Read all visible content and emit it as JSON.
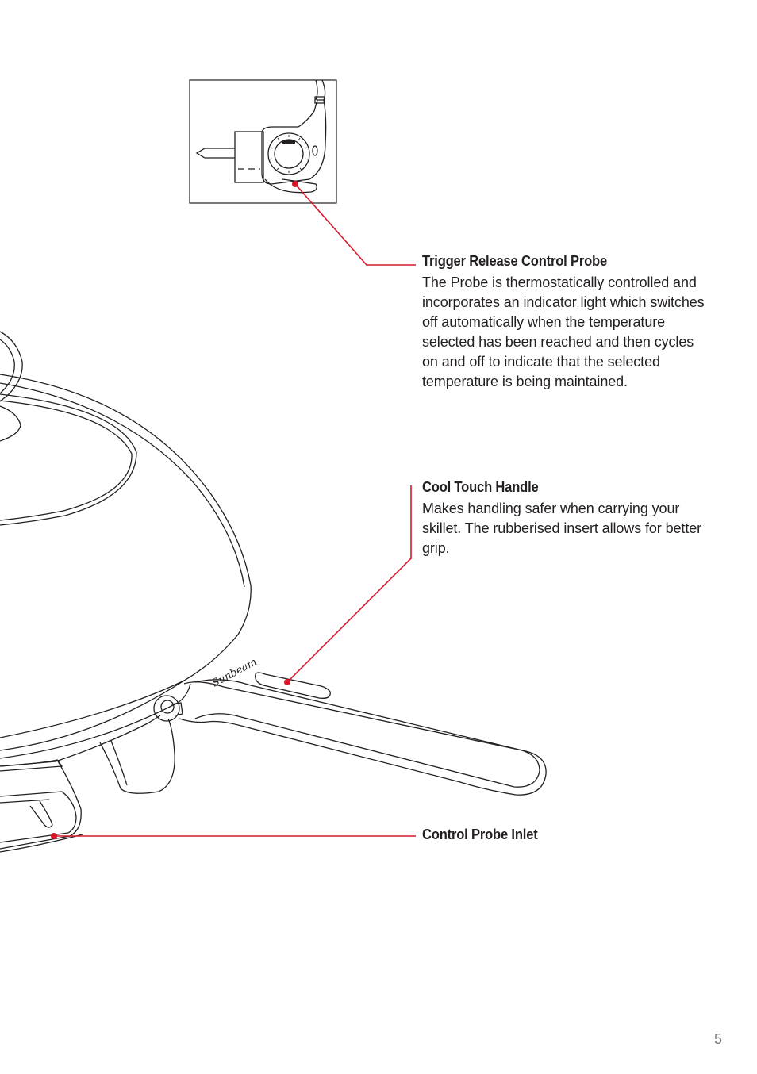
{
  "callouts": {
    "trigger_probe": {
      "title": "Trigger Release Control Probe",
      "body": "The Probe is thermostatically controlled and incorporates an indicator light which switches off automatically when the temperature selected has been reached and then cycles on and off to indicate that the selected temperature is being maintained."
    },
    "cool_touch_handle": {
      "title": "Cool Touch Handle",
      "body": "Makes handling safer when carrying your skillet. The rubberised insert allows for better grip."
    },
    "control_probe_inlet": {
      "title": "Control Probe Inlet"
    }
  },
  "brand_mark": "Sunbeam",
  "page_number": "5",
  "colors": {
    "leader_line": "#d7182a",
    "text": "#231f20",
    "outline": "#231f20",
    "page_number": "#7a7a7a"
  }
}
